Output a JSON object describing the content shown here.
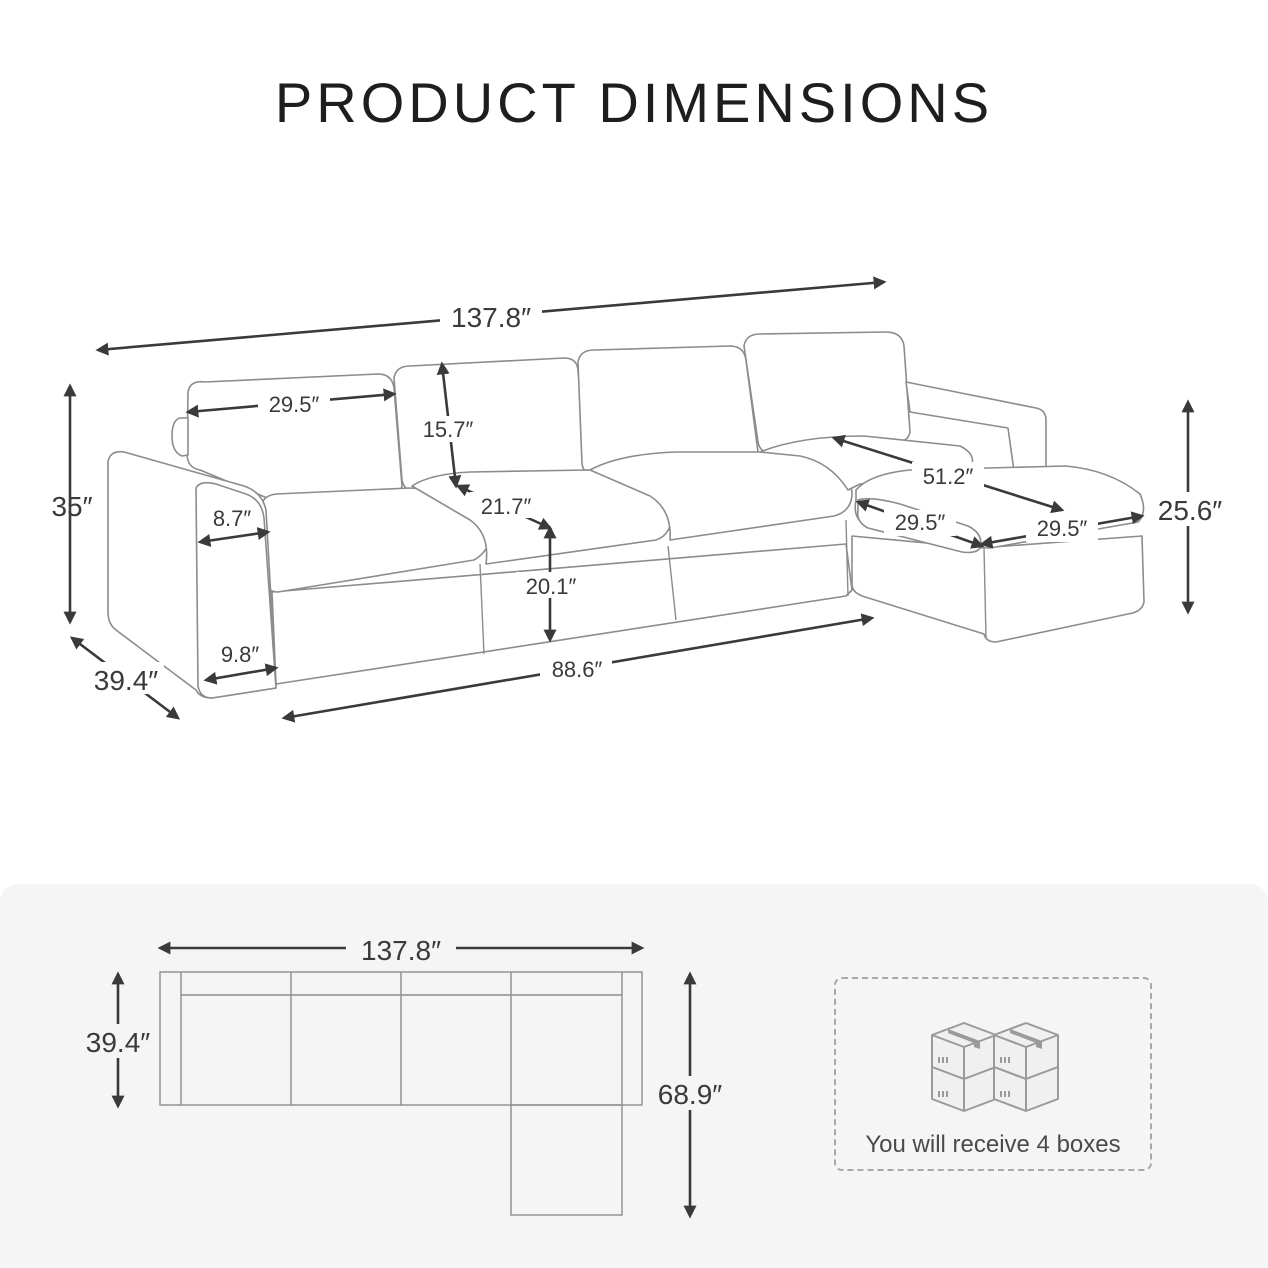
{
  "title": "PRODUCT DIMENSIONS",
  "sofa_dimensions": {
    "total_width": "137.8″",
    "total_height": "35″",
    "total_depth": "39.4″",
    "backrest_width": "29.5″",
    "backrest_height": "15.7″",
    "seat_depth": "21.7″",
    "seat_height": "20.1″",
    "arm_top_width": "8.7″",
    "arm_bottom_width": "9.8″",
    "seat_total_width": "88.6″",
    "chaise_length": "51.2″",
    "chaise_width": "29.5″",
    "chaise_cushion_length": "29.5″",
    "chaise_height": "25.6″"
  },
  "top_view": {
    "width": "137.8″",
    "depth": "39.4″",
    "chaise_depth": "68.9″"
  },
  "package": {
    "note": "You will receive 4 boxes",
    "icon": "boxes-icon"
  },
  "colors": {
    "line": "#8c8c8c",
    "arrow": "#3a3a3a",
    "panel": "#f5f5f5"
  }
}
